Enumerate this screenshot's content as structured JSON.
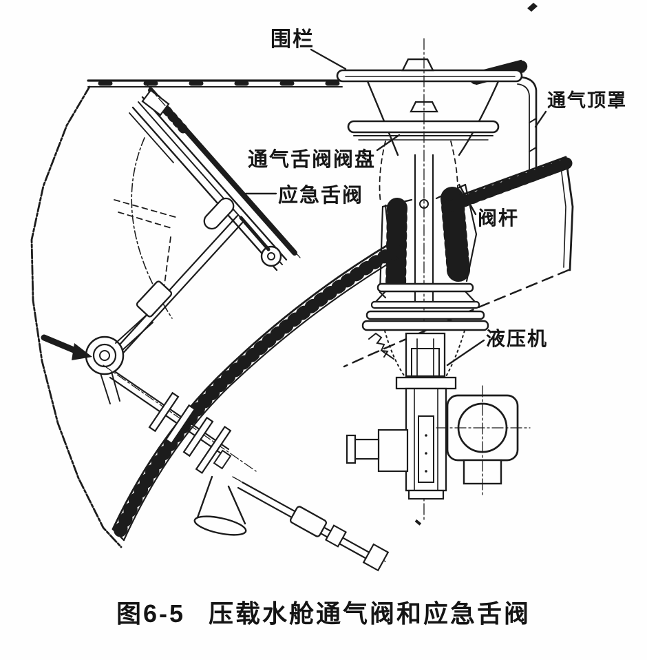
{
  "figure": {
    "annotations": {
      "fence": "围栏",
      "vent_top_cover": "通气顶罩",
      "vent_flap_valve_disc": "通气舌阀阀盘",
      "emergency_flap_valve": "应急舌阀",
      "valve_stem": "阀杆",
      "hydraulic_machine": "液压机"
    },
    "caption": {
      "number": "图6-5",
      "title": "压载水舱通气阀和应急舌阀"
    },
    "colors": {
      "ink": "#1c1c1c",
      "paper": "#fefefe"
    }
  }
}
